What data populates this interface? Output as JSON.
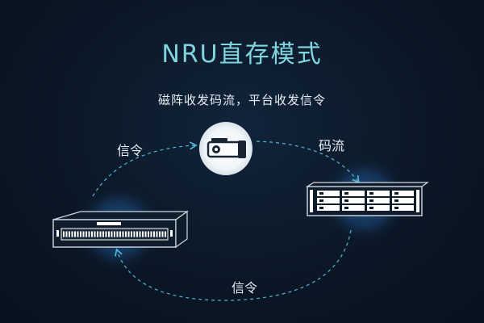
{
  "title": "NRU直存模式",
  "subtitle": "磁阵收发码流，平台收发信令",
  "edges": {
    "left_label": "信令",
    "right_label": "码流",
    "bottom_label": "信令"
  },
  "colors": {
    "title": "#7fd6df",
    "arrow": "#4fb7d6",
    "glow": "#1d4f86",
    "text": "#e6eef5"
  },
  "icons": [
    "camera-icon",
    "nru-server-icon",
    "storage-array-icon"
  ]
}
